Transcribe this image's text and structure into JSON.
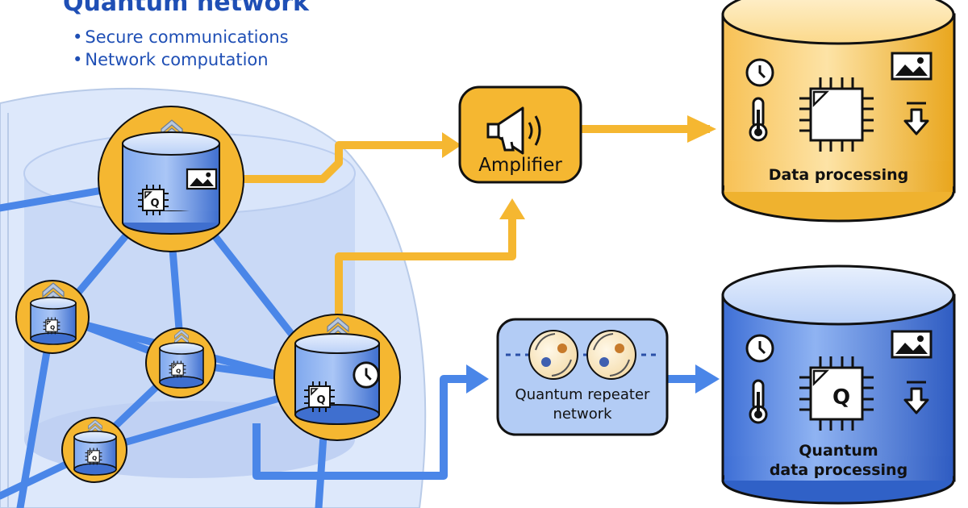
{
  "header": {
    "title": "Quantum network",
    "bullets": [
      "Secure communications",
      "Network computation"
    ]
  },
  "amplifier": {
    "label": "Amplifier",
    "icon": "megaphone-icon"
  },
  "repeater": {
    "label_line1": "Quantum repeater",
    "label_line2": "network"
  },
  "classical_store": {
    "label": "Data processing"
  },
  "quantum_store": {
    "label_line1": "Quantum",
    "label_line2": "data processing"
  },
  "chip_letter": "Q",
  "colors": {
    "primary_blue": "#1f4fb5",
    "link_blue": "#4a86e8",
    "node_blue": "#4f86e6",
    "classical_orange": "#f5b731",
    "cloud_blue": "#dfe9fa"
  }
}
